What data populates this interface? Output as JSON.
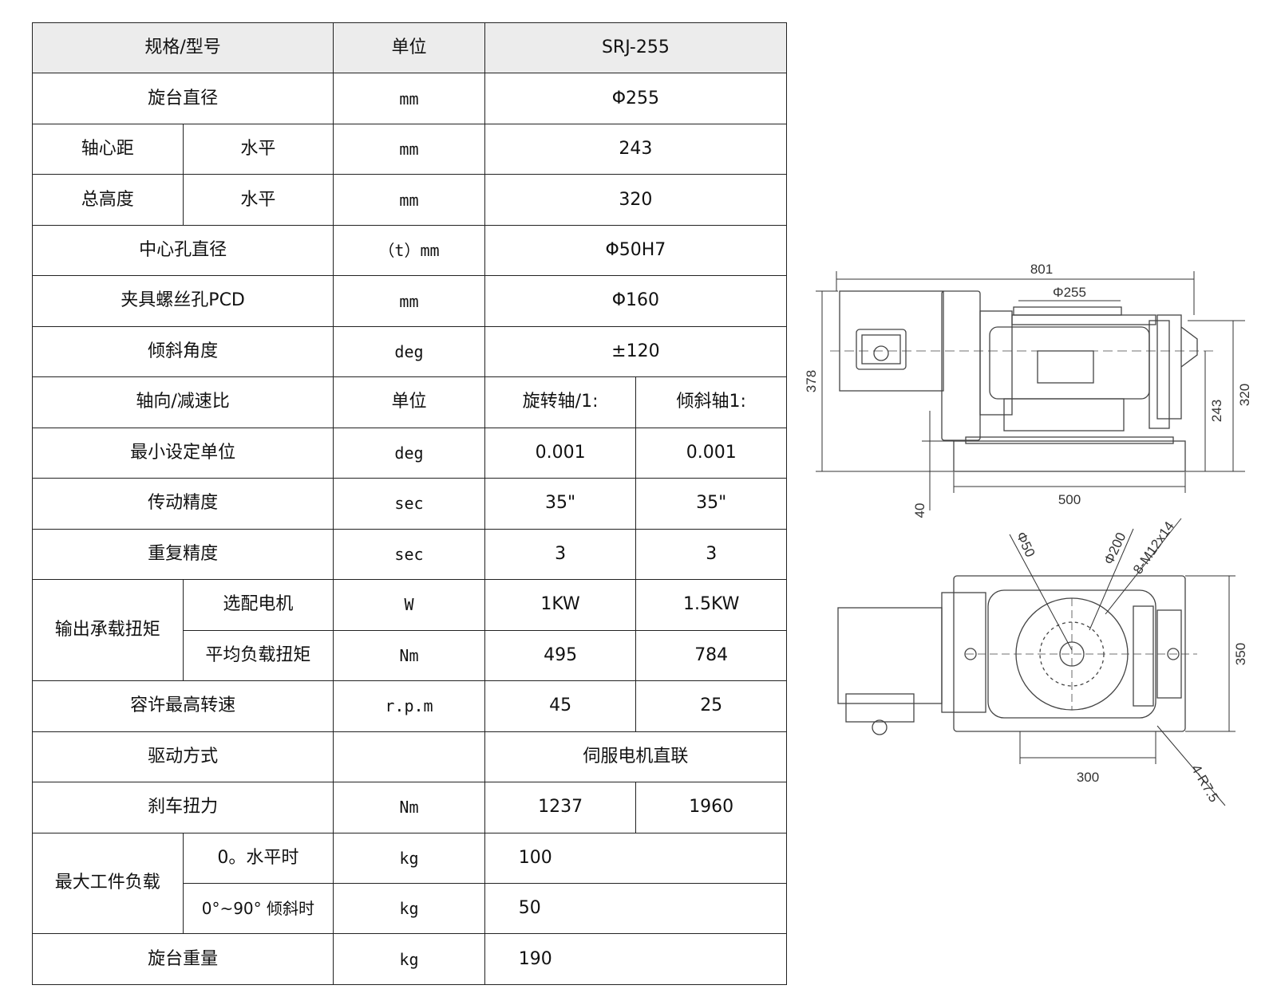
{
  "table": {
    "header": {
      "name": "规格/型号",
      "unit": "单位",
      "model": "SRJ-255"
    },
    "rows": {
      "table_diameter": {
        "name": "旋台直径",
        "unit": "mm",
        "value": "Φ255"
      },
      "axis_distance": {
        "name": "轴心距",
        "sub": "水平",
        "unit": "mm",
        "value": "243"
      },
      "total_height": {
        "name": "总高度",
        "sub": "水平",
        "unit": "mm",
        "value": "320"
      },
      "center_hole": {
        "name": "中心孔直径",
        "unit": "（t）mm",
        "value": "Φ50H7"
      },
      "fixture_pcd": {
        "name": "夹具螺丝孔PCD",
        "unit": "mm",
        "value": "Φ160"
      },
      "tilt_angle": {
        "name": "倾斜角度",
        "unit": "deg",
        "value": "±120"
      },
      "reduction_ratio": {
        "name": "轴向/减速比",
        "unit": "单位",
        "rotary": "旋转轴/1:",
        "tilt": "倾斜轴1:"
      },
      "min_unit": {
        "name": "最小设定单位",
        "unit": "deg",
        "rotary": "0.001",
        "tilt": "0.001"
      },
      "transmission_accuracy": {
        "name": "传动精度",
        "unit": "sec",
        "rotary": "35\"",
        "tilt": "35\""
      },
      "repeatability": {
        "name": "重复精度",
        "unit": "sec",
        "rotary": "3",
        "tilt": "3"
      },
      "output_torque": {
        "name": "输出承载扭矩",
        "motor": {
          "sub": "选配电机",
          "unit": "W",
          "rotary": "1KW",
          "tilt": "1.5KW"
        },
        "avg_torque": {
          "sub": "平均负载扭矩",
          "unit": "Nm",
          "rotary": "495",
          "tilt": "784"
        }
      },
      "max_speed": {
        "name": "容许最高转速",
        "unit": "r.p.m",
        "rotary": "45",
        "tilt": "25"
      },
      "drive_mode": {
        "name": "驱动方式",
        "unit": "",
        "value": "伺服电机直联"
      },
      "brake_torque": {
        "name": "刹车扭力",
        "unit": "Nm",
        "rotary": "1237",
        "tilt": "1960"
      },
      "max_load": {
        "name": "最大工件负载",
        "horizontal": {
          "sub": "0。水平时",
          "unit": "kg",
          "value": "100"
        },
        "tilted": {
          "sub": "0°~90° 倾斜时",
          "unit": "kg",
          "value": "50"
        }
      },
      "table_weight": {
        "name": "旋台重量",
        "unit": "kg",
        "value": "190"
      }
    }
  },
  "drawing": {
    "front_view": {
      "overall_width": "801",
      "table_dia": "Φ255",
      "height_total": "378",
      "height_243": "243",
      "height_320": "320",
      "base_width": "500",
      "base_height": "40"
    },
    "top_view": {
      "dia50": "Φ50",
      "dia200": "Φ200",
      "bolts": "8-M12x14",
      "depth": "350",
      "slot_spacing": "300",
      "corner_radius": "4-R7.5"
    }
  }
}
